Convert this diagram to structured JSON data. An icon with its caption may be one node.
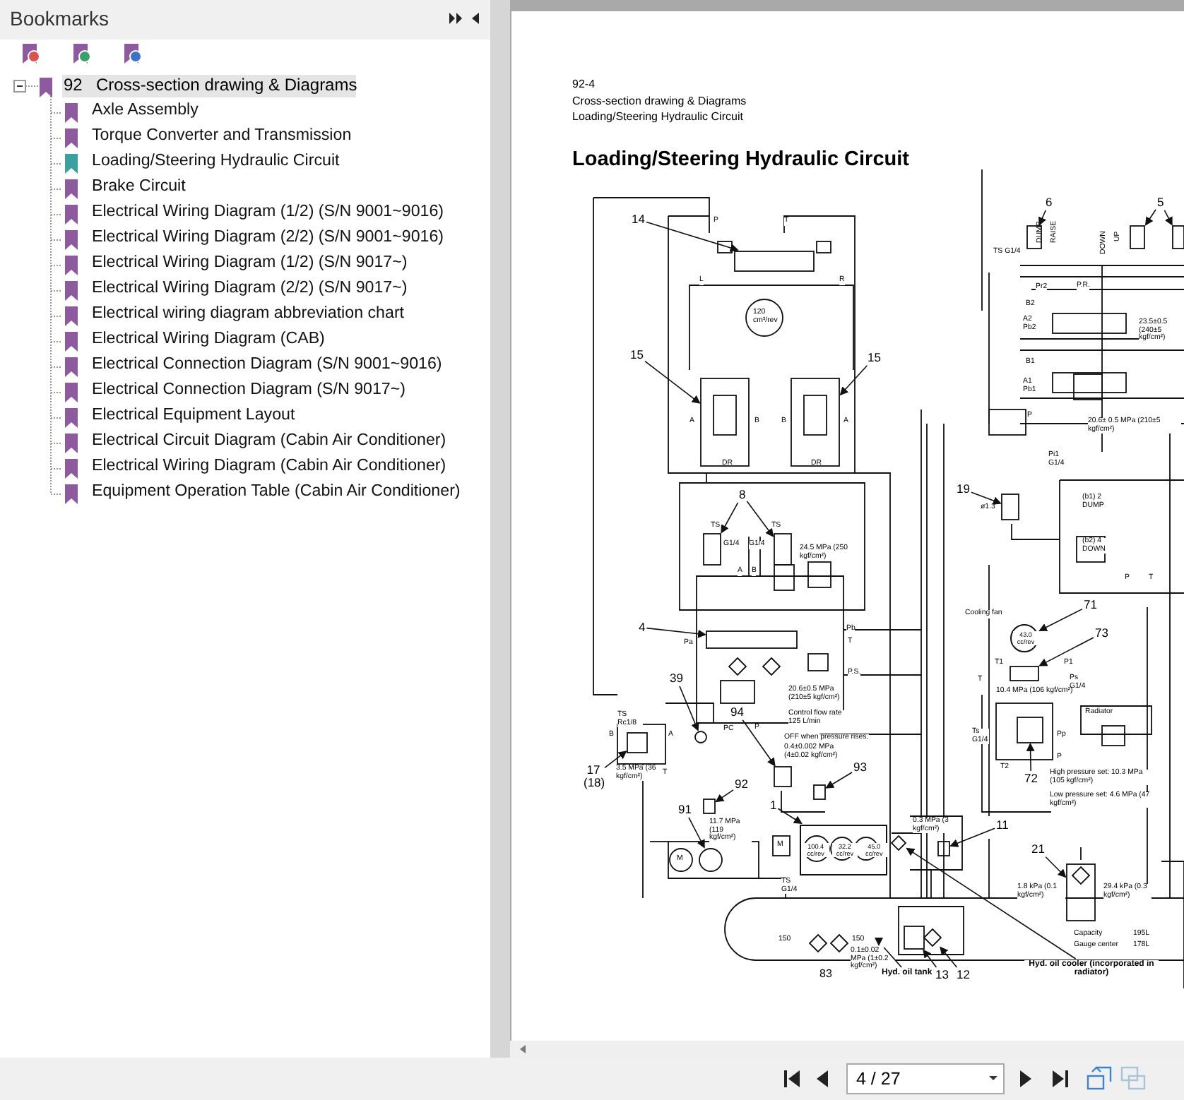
{
  "diagram": {
    "title": "Loading/Steering Hydraulic Circuit",
    "nodes": [
      {
        "text": [
          "14"
        ]
      },
      {
        "text": [
          "15"
        ]
      },
      {
        "text": [
          "15"
        ]
      },
      {
        "text": [
          "8"
        ]
      },
      {
        "text": [
          "4"
        ]
      },
      {
        "text": [
          "39"
        ]
      },
      {
        "text": [
          "17 (18)"
        ]
      },
      {
        "text": [
          "94"
        ]
      },
      {
        "text": [
          "93"
        ]
      },
      {
        "text": [
          "92"
        ]
      },
      {
        "text": [
          "91"
        ]
      },
      {
        "text": [
          "1"
        ]
      },
      {
        "text": [
          "6"
        ]
      },
      {
        "text": [
          "5"
        ]
      },
      {
        "text": [
          "19"
        ]
      },
      {
        "text": [
          "71"
        ]
      },
      {
        "text": [
          "73"
        ]
      },
      {
        "text": [
          "72"
        ]
      },
      {
        "text": [
          "11"
        ]
      },
      {
        "text": [
          "21"
        ]
      },
      {
        "text": [
          "Hyd. oil cooler (incorporated in radiator)"
        ]
      },
      {
        "text": [
          "Hyd. oil tank"
        ]
      },
      {
        "text": [
          "13"
        ]
      },
      {
        "text": [
          "12"
        ]
      },
      {
        "text": [],
        "shape": "box"
      },
      {
        "text": [],
        "shape": "box"
      },
      {
        "text": [],
        "shape": "box"
      },
      {
        "text": [],
        "shape": "box"
      },
      {
        "text": [],
        "shape": "box"
      },
      {
        "text": [],
        "shape": "box"
      },
      {
        "text": [],
        "shape": "circle"
      },
      {
        "text": [],
        "shape": "box"
      },
      {
        "text": [],
        "shape": "box"
      },
      {
        "text": [],
        "shape": "box"
      },
      {
        "text": [],
        "shape": "box"
      },
      {
        "text": [],
        "shape": "circle"
      },
      {
        "text": [
          "100.4 cc/rev",
          "32.2 cc/rev",
          "45.0 cc/rev"
        ]
      },
      {
        "text": [],
        "shape": "box"
      },
      {
        "text": [],
        "shape": "box"
      },
      {
        "text": [],
        "shape": "box"
      },
      {
        "text": [],
        "shape": "box"
      },
      {
        "text": [
          "43.0 cc/rev"
        ]
      },
      {
        "text": [],
        "shape": "box"
      },
      {
        "text": [],
        "shape": "box"
      },
      {
        "text": [],
        "shape": "box"
      },
      {
        "text": [],
        "shape": "box"
      },
      {
        "text": [],
        "shape": "diamond"
      },
      {
        "text": [],
        "shape": "triangle"
      },
      {
        "text": [],
        "shape": "box"
      },
      {
        "text": [],
        "shape": "diamond"
      }
    ],
    "edges": [
      {
        "from": 0,
        "to": 24,
        "arrow": "to"
      },
      {
        "from": 1,
        "to": 25,
        "arrow": "to"
      },
      {
        "from": 2,
        "to": 26,
        "arrow": "to"
      },
      {
        "from": 3,
        "to": 27,
        "arrow": "to"
      },
      {
        "from": 3,
        "to": 28,
        "arrow": "to"
      },
      {
        "from": 4,
        "to": 29,
        "arrow": "to"
      },
      {
        "from": 5,
        "to": 30,
        "arrow": "to"
      },
      {
        "from": 6,
        "to": 31,
        "arrow": "to"
      },
      {
        "from": 7,
        "to": 32,
        "arrow": "to"
      },
      {
        "from": 8,
        "to": 33,
        "arrow": "to"
      },
      {
        "from": 9,
        "to": 34,
        "arrow": "to"
      },
      {
        "from": 10,
        "to": 35,
        "arrow": "to"
      },
      {
        "from": 11,
        "to": 36,
        "arrow": "to"
      },
      {
        "from": 12,
        "to": 37,
        "arrow": "to"
      },
      {
        "from": 13,
        "to": 38,
        "arrow": "to"
      },
      {
        "from": 13,
        "to": 39,
        "arrow": "to"
      },
      {
        "from": 14,
        "to": 40,
        "arrow": "to"
      },
      {
        "from": 15,
        "to": 41,
        "arrow": "to"
      },
      {
        "from": 16,
        "to": 42,
        "arrow": "to"
      },
      {
        "from": 17,
        "to": 43,
        "arrow": "to"
      },
      {
        "from": 18,
        "to": 44,
        "arrow": "to"
      },
      {
        "from": 19,
        "to": 45,
        "arrow": "to"
      },
      {
        "from": 20,
        "to": 46,
        "arrow": "to"
      },
      {
        "from": 21,
        "to": 47,
        "arrow": "none"
      },
      {
        "from": 22,
        "to": 48,
        "arrow": "to"
      },
      {
        "from": 23,
        "to": 49,
        "arrow": "to"
      }
    ],
    "labels": [
      "Bookmarks",
      "92",
      "Cross-section drawing & Diagrams",
      "Axle Assembly",
      "Torque Converter and Transmission",
      "Loading/Steering Hydraulic Circuit",
      "Brake Circuit",
      "Electrical Wiring Diagram (1/2) (S/N 9001~9016)",
      "Electrical Wiring Diagram (2/2) (S/N 9001~9016)",
      "Electrical Wiring Diagram (1/2) (S/N 9017~)",
      "Electrical Wiring Diagram (2/2) (S/N 9017~)",
      "Electrical wiring diagram abbreviation chart",
      "Electrical Wiring Diagram (CAB)",
      "Electrical Connection Diagram (S/N 9001~9016)",
      "Electrical Connection Diagram (S/N 9017~)",
      "Electrical Equipment Layout",
      "Electrical Circuit Diagram (Cabin Air Conditioner)",
      "Electrical Wiring Diagram (Cabin Air Conditioner)",
      "Equipment Operation Table (Cabin Air Conditioner)",
      "92-4",
      "Cross-section drawing & Diagrams",
      "Loading/Steering Hydraulic Circuit",
      "P",
      "T",
      "L",
      "R",
      "120 cm³/rev",
      "A",
      "B",
      "DR",
      "B",
      "A",
      "DR",
      "TS",
      "G1/4",
      "G1/4",
      "TS",
      "24.5 MPa (250 kgf/cm²)",
      "A",
      "B",
      "Pa",
      "Pb",
      "T",
      "P.S.",
      "20.6±0.5 MPa (210±5 kgf/cm²)",
      "Control flow rate 125 L/min",
      "PC",
      "P",
      "TS Rc1/8",
      "B",
      "A",
      "3.5 MPa (36 kgf/cm²)",
      "T",
      "OFF when pressure rises.",
      "0.4±0.002 MPa (4±0.02 kgf/cm²)",
      "11.7 MPa (119 kgf/cm²)",
      "M",
      "M",
      "TS G1/4",
      "150",
      "150",
      "83",
      "TS G1/4",
      "DUMP",
      "RAISE",
      "DOWN",
      "UP",
      "Pr2",
      "P.R.",
      "B2",
      "A2 Pb2",
      "B1",
      "A1 Pb1",
      "P",
      "20.6± 0.5 MPa (210±5 kgf/cm²)",
      "23.5±0.5 (240±5 kgf/cm²)",
      "Pi1 G1/4",
      "ø1.3",
      "(b1) 2 DUMP",
      "(b2) 4 DOWN",
      "P",
      "T",
      "Cooling fan",
      "T1",
      "P1",
      "T",
      "Ps G1/4",
      "10.4 MPa (106 kgf/cm²)",
      "Radiator",
      "Ts G1/4",
      "Pp",
      "T2",
      "P",
      "High pressure set: 10.3 MPa (105 kgf/cm²)",
      "Low pressure set: 4.6 MPa (47 kgf/cm²)",
      "0.3 MPa (3 kgf/cm²)",
      "1.8 kPa (0.1 kgf/cm²)",
      "29.4 kPa (0.3 kgf/cm²)",
      "0.1±0.02 MPa (1±0.2 kgf/cm²)",
      "Capacity",
      "195L",
      "Gauge center",
      "178L",
      "4 / 27"
    ]
  }
}
